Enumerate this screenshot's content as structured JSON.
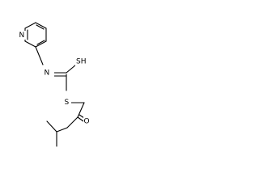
{
  "molecule": {
    "atoms": {
      "ring_n": "N",
      "amine_n": "N",
      "thione_s": "SH",
      "thioether_s": "S",
      "ketone_o": "O"
    }
  }
}
